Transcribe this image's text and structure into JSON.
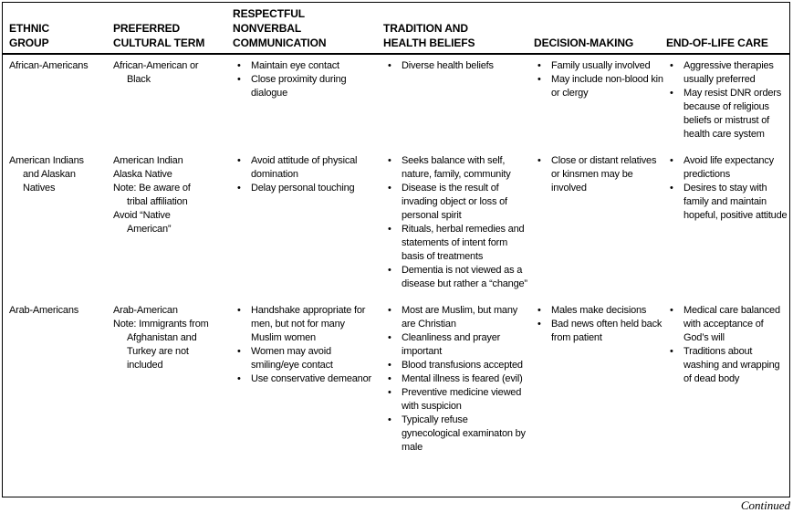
{
  "colors": {
    "ink": "#000000",
    "paper": "#ffffff"
  },
  "icons": {
    "bullet": "•"
  },
  "footer": {
    "continued_label": "Continued"
  },
  "table": {
    "columns": [
      {
        "id": "ethnic-group",
        "label": "ETHNIC\nGROUP"
      },
      {
        "id": "preferred-cultural-term",
        "label": "PREFERRED\nCULTURAL TERM"
      },
      {
        "id": "respectful-nonverbal-communication",
        "label": "RESPECTFUL\nNONVERBAL\nCOMMUNICATION"
      },
      {
        "id": "tradition-and-health-beliefs",
        "label": "TRADITION AND\nHEALTH BELIEFS"
      },
      {
        "id": "decision-making",
        "label": "DECISION-MAKING"
      },
      {
        "id": "end-of-life-care",
        "label": "END-OF-LIFE CARE"
      }
    ],
    "rows": [
      {
        "id": "african-americans",
        "ethnic_group": [
          "African-Americans"
        ],
        "preferred_terms": [
          "African-American or Black"
        ],
        "nonverbal": [
          "Maintain eye contact",
          "Close proximity during dialogue"
        ],
        "health_beliefs": [
          "Diverse health beliefs"
        ],
        "decision_making": [
          "Family usually involved",
          "May include non-blood kin or clergy"
        ],
        "end_of_life": [
          "Aggressive therapies usually preferred",
          "May resist DNR orders because of religious beliefs or mistrust of health care system"
        ]
      },
      {
        "id": "american-indians-alaskan-natives",
        "ethnic_group": [
          "American Indians and Alaskan Natives"
        ],
        "preferred_terms": [
          "American Indian",
          "Alaska Native",
          "Note: Be aware of tribal affiliation",
          "Avoid “Native American”"
        ],
        "nonverbal": [
          "Avoid attitude of physical domination",
          "Delay personal touching"
        ],
        "health_beliefs": [
          "Seeks balance with self, nature, family, community",
          "Disease is the result of invading object or loss of personal spirit",
          "Rituals, herbal remedies and statements of intent form basis of treatments",
          "Dementia is not viewed as a disease but rather a “change”"
        ],
        "decision_making": [
          "Close or distant relatives or kinsmen may be involved"
        ],
        "end_of_life": [
          "Avoid life expectancy predictions",
          "Desires to stay with family and maintain hopeful, positive attitude"
        ]
      },
      {
        "id": "arab-americans",
        "ethnic_group": [
          "Arab-Americans"
        ],
        "preferred_terms": [
          "Arab-American",
          "Note: Immigrants from Afghanistan and Turkey are not included"
        ],
        "nonverbal": [
          "Handshake appropriate for men, but not for many Muslim women",
          "Women may avoid smiling/eye contact",
          "Use conservative demeanor"
        ],
        "health_beliefs": [
          "Most are Muslim, but many are Christian",
          "Cleanliness and prayer important",
          "Blood transfusions accepted",
          "Mental illness is feared (evil)",
          "Preventive medicine viewed with suspicion",
          "Typically refuse gynecological examinaton by male"
        ],
        "decision_making": [
          "Males make decisions",
          "Bad news often held back from patient"
        ],
        "end_of_life": [
          "Medical care balanced with acceptance of God’s will",
          "Traditions about washing and wrapping of dead body"
        ]
      }
    ]
  }
}
